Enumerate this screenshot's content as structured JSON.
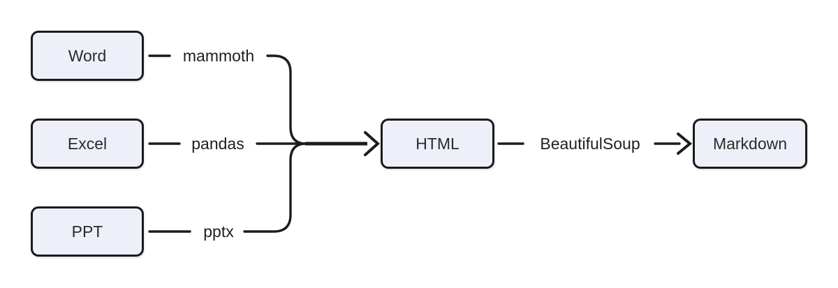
{
  "diagram": {
    "type": "flowchart",
    "direction": "left-to-right",
    "nodes": [
      {
        "id": "word",
        "label": "Word"
      },
      {
        "id": "excel",
        "label": "Excel"
      },
      {
        "id": "ppt",
        "label": "PPT"
      },
      {
        "id": "html",
        "label": "HTML"
      },
      {
        "id": "markdown",
        "label": "Markdown"
      }
    ],
    "edges": [
      {
        "from": "Word",
        "to": "HTML",
        "label": "mammoth"
      },
      {
        "from": "Excel",
        "to": "HTML",
        "label": "pandas"
      },
      {
        "from": "PPT",
        "to": "HTML",
        "label": "pptx"
      },
      {
        "from": "HTML",
        "to": "Markdown",
        "label": "BeautifulSoup"
      }
    ],
    "colors": {
      "background": "#ffffff",
      "node_fill": "#edf0f9",
      "node_border": "#1a1a1a",
      "connector": "#1c1c1c",
      "text": "#2b2b2b"
    }
  }
}
